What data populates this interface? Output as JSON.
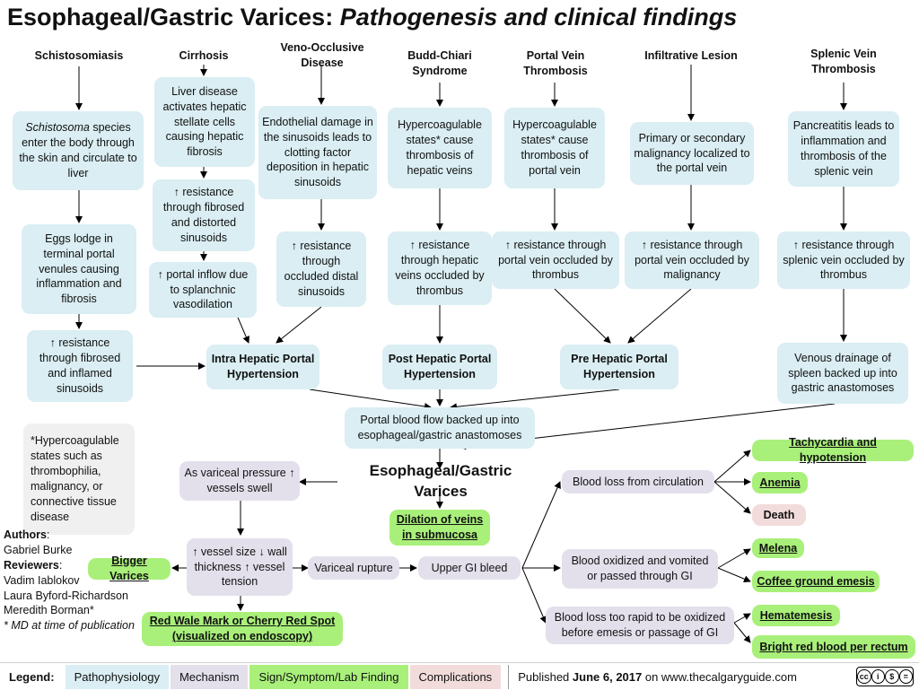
{
  "title": {
    "main": "Esophageal/Gastric Varices:",
    "sub": "Pathogenesis and clinical findings"
  },
  "headers": {
    "schisto": "Schistosomiasis",
    "cirrhosis": "Cirrhosis",
    "veno": "Veno-Occlusive Disease",
    "budd": "Budd-Chiari Syndrome",
    "portal": "Portal Vein Thrombosis",
    "infiltrative": "Infiltrative Lesion",
    "splenic": "Splenic Vein Thrombosis"
  },
  "schisto": {
    "s1_italic": "Schistosoma",
    "s1_rest": " species enter the body through the skin and circulate to liver",
    "s2": "Eggs lodge in terminal portal venules causing inflammation and fibrosis",
    "s3": "↑ resistance through fibrosed and inflamed sinusoids"
  },
  "cirrhosis": {
    "c1": "Liver disease activates hepatic stellate cells causing hepatic fibrosis",
    "c2": "↑ resistance through fibrosed and distorted sinusoids",
    "c3": "↑ portal inflow due to splanchnic vasodilation"
  },
  "veno": {
    "v1": "Endothelial damage in the sinusoids leads  to clotting factor deposition in hepatic sinusoids",
    "v2": "↑ resistance through occluded distal sinusoids"
  },
  "budd": {
    "b1": "Hypercoagulable states* cause thrombosis of hepatic veins",
    "b2": "↑ resistance through hepatic veins occluded by thrombus"
  },
  "portal": {
    "p1": "Hypercoagulable states* cause thrombosis of portal vein",
    "p2": "↑ resistance through portal vein occluded by thrombus"
  },
  "infiltrative": {
    "i1": "Primary or secondary malignancy localized to the portal vein",
    "i2": "↑ resistance through portal vein occluded by malignancy"
  },
  "splenic": {
    "sp1": "Pancreatitis leads to inflammation and thrombosis of the splenic vein",
    "sp2": "↑ resistance through splenic vein occluded by thrombus",
    "sp3": "Venous drainage of spleen backed up into gastric anastomoses"
  },
  "hypertension": {
    "intra": "Intra Hepatic Portal Hypertension",
    "post": "Post Hepatic Portal Hypertension",
    "pre": "Pre Hepatic Portal Hypertension"
  },
  "backed_up": "Portal blood flow backed up into esophageal/gastric anastomoses",
  "varices": "Esophageal/Gastric Varices",
  "dilation": "Dilation of veins in submucosa",
  "footnote": "*Hypercoagulable states such as thrombophilia, malignancy, or connective tissue disease",
  "pressure": "As variceal pressure ↑ vessels swell",
  "vessel": "↑ vessel size ↓ wall thickness ↑ vessel tension",
  "bigger": "Bigger Varices",
  "redwale": "Red Wale Mark or Cherry Red Spot (visualized on endoscopy)",
  "rupture": "Variceal rupture",
  "ugib": "Upper GI bleed",
  "loss": "Blood loss from circulation",
  "oxidized": "Blood oxidized and vomited or passed through GI",
  "rapid": "Blood loss too rapid to be oxidized before emesis or passage of GI",
  "findings": {
    "tachy": "Tachycardia and hypotension",
    "anemia": "Anemia",
    "death": "Death",
    "melena": "Melena",
    "coffee": "Coffee ground emesis",
    "hematemesis": "Hematemesis",
    "bright": "Bright red blood per rectum"
  },
  "authors": {
    "authors_label": "Authors",
    "author1": "Gabriel Burke",
    "reviewers_label": "Reviewers",
    "rev1": "Vadim Iablokov",
    "rev2": "Laura Byford-Richardson",
    "rev3": "Meredith Borman*",
    "note": "* MD at time of publication"
  },
  "legend": {
    "label": "Legend:",
    "pathophysiology": "Pathophysiology",
    "mechanism": "Mechanism",
    "sign": "Sign/Symptom/Lab Finding",
    "complications": "Complications",
    "published_prefix": "Published ",
    "published_date": "June 6, 2017",
    "published_suffix": " on www.thecalgaryguide.com"
  },
  "colors": {
    "pathophysiology": "#daeef3",
    "mechanism": "#e3e0ec",
    "sign": "#a9f07a",
    "complications": "#f2dcdb"
  }
}
